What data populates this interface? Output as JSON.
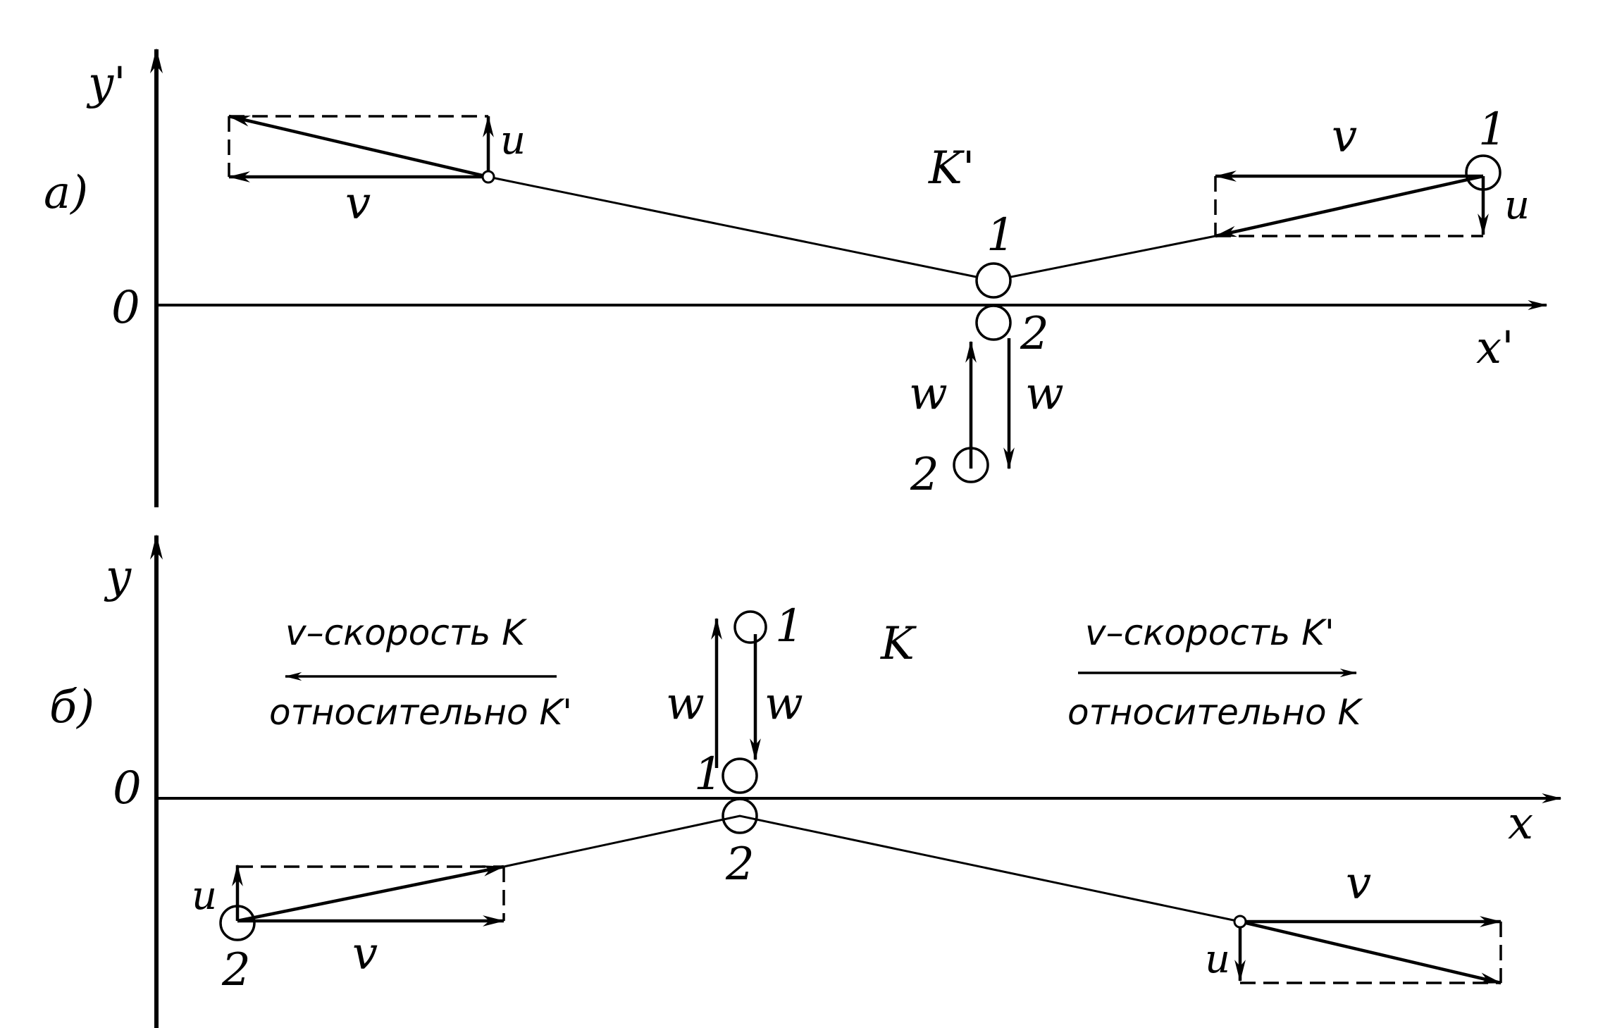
{
  "panel_a": {
    "label": "а)",
    "axis_y": "y'",
    "axis_x": "x'",
    "origin": "0",
    "frame": "K'",
    "v_left": "v",
    "u_left": "u",
    "v_right": "v",
    "u_right": "u",
    "p1_far": "1",
    "p1_near": "1",
    "p2_near": "2",
    "p2_far": "2",
    "w_up": "w",
    "w_down": "w"
  },
  "panel_b": {
    "label": "б)",
    "axis_y": "y",
    "axis_x": "x",
    "origin": "0",
    "frame": "K",
    "caption_left_1": "v–скорость K",
    "caption_left_2": "относительно K'",
    "caption_right_1": "v–скорость K'",
    "caption_right_2": "относительно K",
    "w_left": "w",
    "w_right": "w",
    "p1_far": "1",
    "p1_near": "1",
    "p2_near": "2",
    "p2_far": "2",
    "u_left": "u",
    "v_left": "v",
    "u_right": "u",
    "v_right": "v"
  }
}
